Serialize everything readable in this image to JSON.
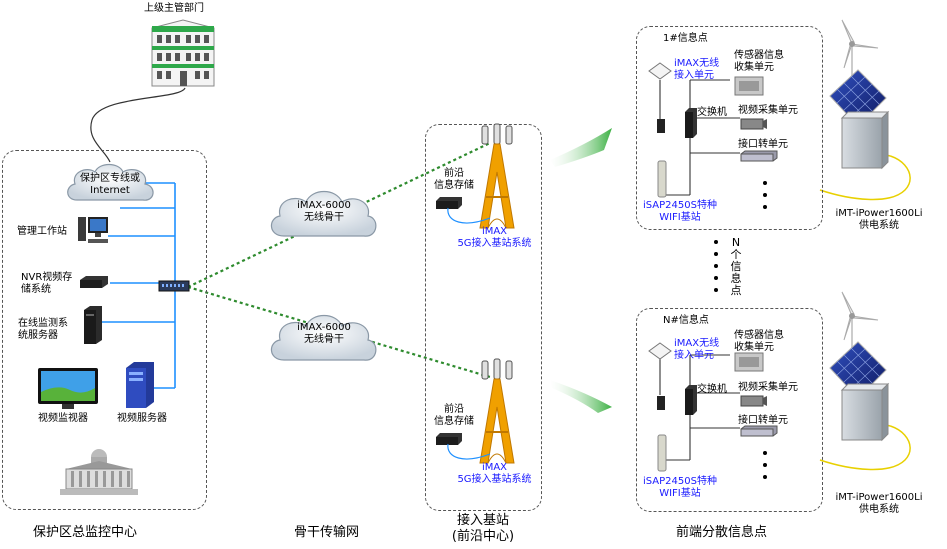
{
  "superior": {
    "label": "上级主管部门"
  },
  "center": {
    "title": "保护区总监控中心",
    "cloud_line1": "保护区专线或",
    "cloud_line2": "Internet",
    "workstation": "管理工作站",
    "nvr_line1": "NVR视频存",
    "nvr_line2": "储系统",
    "monitor_line1": "在线监测系",
    "monitor_line2": "统服务器",
    "video_monitor": "视频监视器",
    "video_server": "视频服务器"
  },
  "backbone": {
    "title": "骨干传输网",
    "cloud1_line1": "iMAX-6000",
    "cloud1_line2": "无线骨干",
    "cloud2_line1": "iMAX-6000",
    "cloud2_line2": "无线骨干"
  },
  "base": {
    "title_line1": "接入基站",
    "title_line2": "(前沿中心)",
    "storage1_line1": "前沿",
    "storage1_line2": "信息存储",
    "system1_line1": "iMAX",
    "system1_line2": "5G接入基站系统",
    "storage2_line1": "前沿",
    "storage2_line2": "信息存储",
    "system2_line1": "iMAX",
    "system2_line2": "5G接入基站系统"
  },
  "front": {
    "title": "前端分散信息点",
    "point1": {
      "title": "1#信息点",
      "imax_line1": "iMAX无线",
      "imax_line2": "接入单元",
      "sensor_line1": "传感器信息",
      "sensor_line2": "收集单元",
      "switch": "交换机",
      "video": "视频采集单元",
      "port": "接口转单元",
      "wifi_line1": "iSAP2450S特种",
      "wifi_line2": "WIFI基站"
    },
    "pointN": {
      "title": "N#信息点",
      "imax_line1": "iMAX无线",
      "imax_line2": "接入单元",
      "sensor_line1": "传感器信息",
      "sensor_line2": "收集单元",
      "switch": "交换机",
      "video": "视频采集单元",
      "port": "接口转单元",
      "wifi_line1": "iSAP2450S特种",
      "wifi_line2": "WIFI基站"
    },
    "n_points": "N个信息点"
  },
  "power": {
    "label1_line1": "iMT-iPower1600Li",
    "label1_line2": "供电系统",
    "label2_line1": "iMT-iPower1600Li",
    "label2_line2": "供电系统"
  },
  "colors": {
    "link_blue": "#1e90ff",
    "backbone_green": "#2e8b2e",
    "arrow_green": "#3cb043",
    "power_cable": "#e8d000",
    "label_blue": "#1a1aff"
  }
}
